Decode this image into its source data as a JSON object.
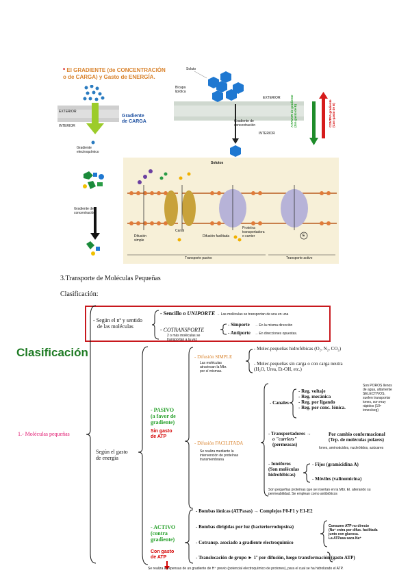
{
  "figure1": {
    "title_star": "*",
    "title_line1": "El GRADIENTE (de CONCENTRACIÓN",
    "title_line2": "o de CARGA) y Gasto de ENERGÍA.",
    "exterior": "EXTERIOR",
    "interior": "INTERIOR",
    "charge_gradient_l1": "Gradiente",
    "charge_gradient_l2": "de CARGA",
    "electro_l1": "Gradiente",
    "electro_l2": "electroquímico",
    "soluto": "Soluto",
    "bicapa_l1": "Bicapa",
    "bicapa_l2": "lipídica",
    "conc_l1": "Gradiente de",
    "conc_l2": "concentración",
    "exterior2": "EXTERIOR",
    "interior2": "INTERIOR",
    "favor": "A FAVOR de gradiente (Sin gasto de E)",
    "contra": "CONTRA gradiente (Con gasto de E)"
  },
  "figure2": {
    "solutos": "Solutos",
    "conc_l1": "Gradiente de",
    "conc_l2": "concentración",
    "canal": "Canal",
    "proteina_l1": "Proteína",
    "proteina_l2": "transportadora",
    "proteina_l3": "o carrier",
    "difusion_simple_l1": "Difusión",
    "difusion_simple_l2": "simple",
    "difusion_facilitada": "Difusión facilitada",
    "energia": "E",
    "transporte_pasivo": "Transporte pasivo",
    "transporte_activo": "Transporte activo"
  },
  "heading": "3.Transporte de Moléculas Pequeñas",
  "subheading": "Clasificación:",
  "scheme": {
    "big_title": "Clasificación",
    "root": "1.- Moléculas pequeñas",
    "sentido_l1": "- Según el nº y sentido",
    "sentido_l2": "de las moléculas",
    "sencillo_prefix": "- Sencillo o ",
    "sencillo_em": "UNIPORTE",
    "sencillo_desc": "→ Las moléculas se transportan de una en una",
    "cotransporte": "- COTRANSPORTE",
    "cotransporte_desc_l1": "2 o más moléculas se",
    "cotransporte_desc_l2": "transportan a la vez",
    "simporte": "- Simporte",
    "simporte_desc": "→ En la misma dirección",
    "antiporte": "- Antiporte",
    "antiporte_desc": "→ En direcciones opuestas.",
    "gasto_l1": "Según el gasto",
    "gasto_l2": "de energía",
    "pasivo_l1": "- PASIVO",
    "pasivo_l2": "(a favor de",
    "pasivo_l3": "gradiente)",
    "sin_gasto_l1": "Sin gasto",
    "sin_gasto_l2": "de ATP",
    "dif_simple": "- Difusión SIMPLE",
    "dif_simple_desc_l1": "Las moléculas",
    "dif_simple_desc_l2": "atraviesan la Mbr.",
    "dif_simple_desc_l3": "por sí mismas.",
    "hidrofobicas": "- Molec.pequeñas hidrofóbicas (O₂, N₂, CO₂)",
    "sin_carga_l1": "- Molec.pequeñas sin carga o con carga neutra",
    "sin_carga_l2": "(H₂O, Urea, Et-OH, etc.)",
    "dif_facilitada": "- Difusión FACILITADA",
    "dif_facilitada_desc_l1": "Se realiza mediante la",
    "dif_facilitada_desc_l2": "intervención de proteínas",
    "dif_facilitada_desc_l3": "transmembrana",
    "canales": "- Canales",
    "reg_voltaje": "- Reg. voltaje",
    "reg_mecanica": "- Reg. mecánica",
    "reg_ligando": "- Reg. por ligando",
    "reg_ionica": "- Reg. por conc. Iónica.",
    "poros_l1": "Son POROS llenos",
    "poros_l2": "de agua, altamente",
    "poros_l3": "SELECTIVOS,",
    "poros_l4": "suelen transportar",
    "poros_l5": "iones, son muy",
    "poros_l6": "rápidos (10⁸",
    "poros_l7": "iones/seg)",
    "transportadores_l1": "- Transportadores →",
    "transportadores_l2": "o \"carriers\"",
    "transportadores_l3": "(permeasas)",
    "cambio_l1": "Por cambio conformacional",
    "cambio_l2": "(Trp. de moléculas polares)",
    "cambio_l3": "Iones, aminoácidos, nucleótidos, azúcares",
    "ionoforos_l1": "- Ionóforos",
    "ionoforos_l2": "(Son moléculas",
    "ionoforos_l3": "hidrofóbicas)",
    "fijos": "- Fijos (gramicidina A)",
    "moviles": "- Móviles (valinomicina)",
    "ionoforos_note_l1": "Son pequeñas proteínas que se insertan en la Mbr. El. alterando su",
    "ionoforos_note_l2": "permeabilidad. Se emplean como antibióticos",
    "activo_l1": "- ACTIVO",
    "activo_l2": "(contra",
    "activo_l3": "gradiente)",
    "con_gasto_l1": "Con gasto",
    "con_gasto_l2": "de ATP",
    "bombas_ionicas": "- Bombas iónicas (ATPasas)",
    "complejos": "→ Complejos F0-F1 y E1-E2",
    "bombas_luz": "- Bombas dirigidas por luz (bacteriorrodopsina)",
    "cotransp": "- Cotransp. asociado a gradiente electroquímico",
    "consume_l1": "Consume ATP no directo",
    "consume_l2": "(Na⁺ entra por difus. facilitada",
    "consume_l3": "junto con glucosa.",
    "consume_l4": "La ATPasa saca Na⁺",
    "translocacion": "- Translocación de grupo",
    "translocacion_desc": "► 1º por difusión, luego transformación (gasto ATP)",
    "footer_note": "Se realiza a expensas de un gradiente de H⁺ previo (potencial electroquímico de protones), para el cual se ha hidrolizado el ATP."
  }
}
